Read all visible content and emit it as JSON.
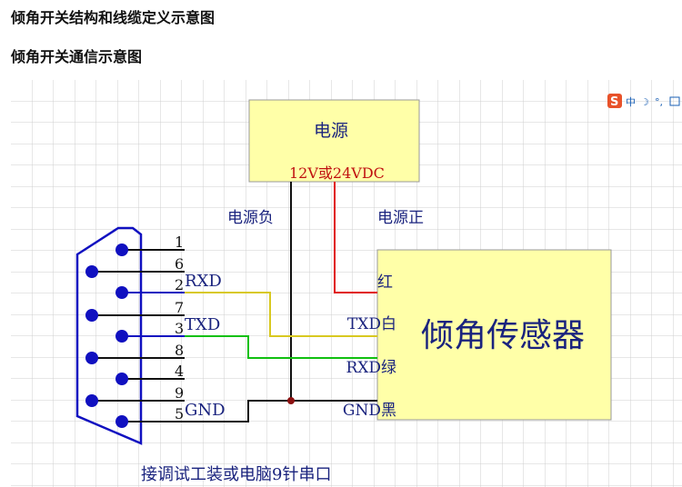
{
  "headings": [
    "倾角开关结构和线缆定义示意图",
    "倾角开关通信示意图"
  ],
  "diagram": {
    "power_box": {
      "title": "电源",
      "voltage": "12V或24VDC"
    },
    "neg_label": "电源负",
    "pos_label": "电源正",
    "sensor_box": {
      "title": "倾角传感器",
      "wires": [
        "红",
        "TXD白",
        "RXD绿",
        "GND黑"
      ]
    },
    "pins": [
      "1",
      "6",
      "2",
      "7",
      "3",
      "8",
      "4",
      "9",
      "5"
    ],
    "pin_signals": {
      "rxd": "RXD",
      "txd": "TXD",
      "gnd": "GND"
    },
    "caption": "接调试工装或电脑9针串口",
    "colors": {
      "connector": "#1010c0",
      "red": "#e01010",
      "yellow": "#d8c820",
      "green": "#10c010",
      "box": "#ffffa8"
    }
  },
  "ime_toolbar": {
    "logo": "S",
    "mode": "中"
  }
}
